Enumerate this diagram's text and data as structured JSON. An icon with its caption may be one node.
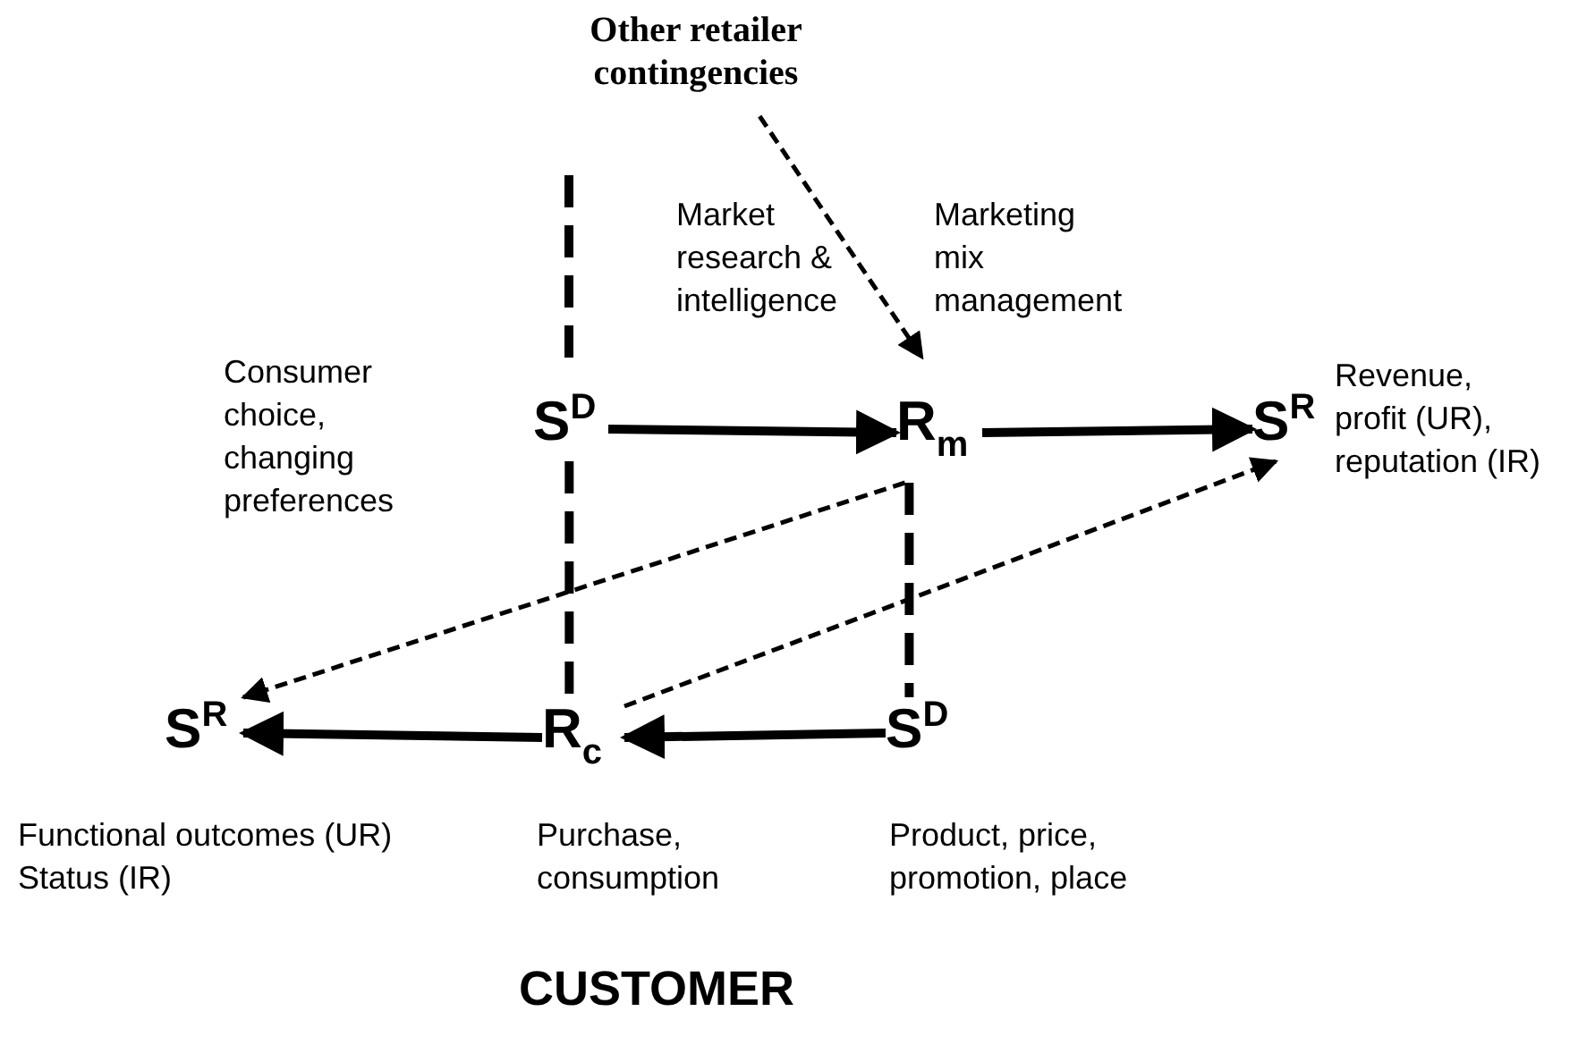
{
  "diagram": {
    "caption": "CUSTOMER",
    "nodes": [
      {
        "text": [
          "Other retailer contingencies"
        ]
      },
      {
        "text": [
          "S$^{D}$"
        ]
      },
      {
        "text": [
          "R$_{m}$"
        ],
        "beside": [
          "Marketing mix management"
        ]
      },
      {
        "text": [
          "S$^{R}$"
        ],
        "beside": [
          "Revenue, profit (UR), reputation (IR)"
        ]
      },
      {
        "text": [
          "S$^{R}$"
        ],
        "beside": [
          "Functional outcomes (UR) Status (IR)"
        ]
      },
      {
        "text": [
          "R$_{c}$"
        ],
        "beside": [
          "Purchase, consumption"
        ]
      },
      {
        "text": [
          "S$^{D}$"
        ],
        "beside": [
          "Product, price, promotion, place"
        ]
      }
    ],
    "edges": [
      {
        "from": 1,
        "to": 2,
        "arrow": "to"
      },
      {
        "from": 2,
        "to": 3,
        "arrow": "to"
      },
      {
        "from": 6,
        "to": 5,
        "arrow": "to"
      },
      {
        "from": 5,
        "to": 4,
        "arrow": "to"
      },
      {
        "from": 0,
        "to": 2,
        "arrow": "to",
        "style": "dashed"
      },
      {
        "from": 2,
        "to": 4,
        "arrow": "to",
        "style": "dashed"
      },
      {
        "from": 5,
        "to": 3,
        "arrow": "to",
        "style": "dashed"
      },
      {
        "from": 1,
        "to": 5,
        "arrow": "none",
        "style": "dashed"
      },
      {
        "from": 2,
        "to": 6,
        "arrow": "none",
        "style": "dashed"
      }
    ],
    "labels": [
      "Market research & intelligence",
      "Consumer choice, changing preferences"
    ]
  }
}
